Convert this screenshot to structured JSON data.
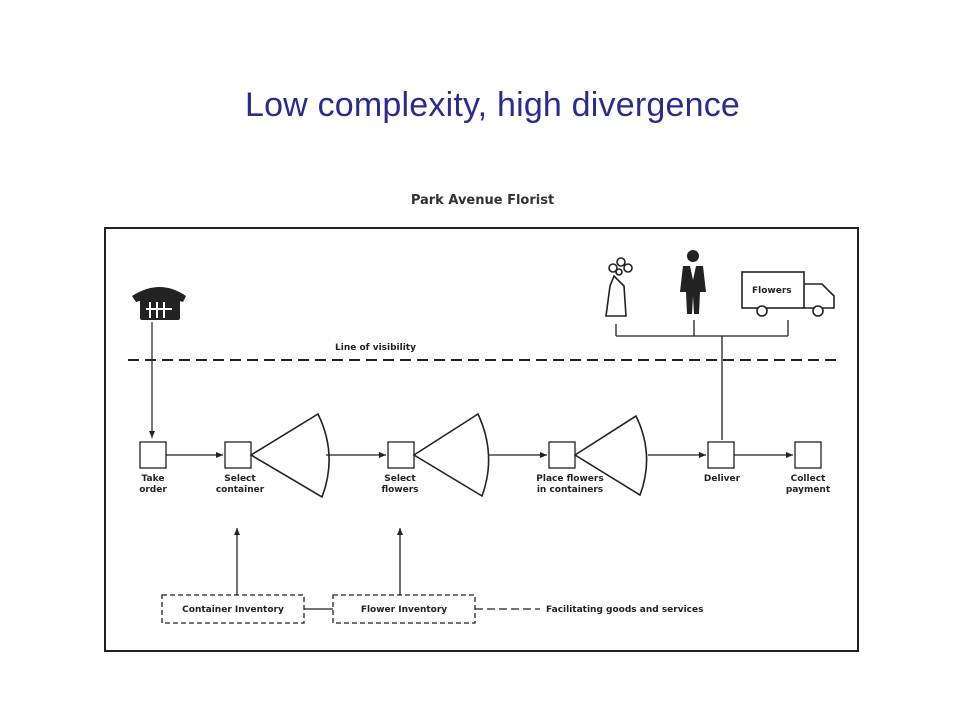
{
  "slide": {
    "title": "Low complexity, high divergence"
  },
  "figure": {
    "title": "Park Avenue Florist",
    "line_of_visibility": "Line of visibility",
    "steps": [
      {
        "line1": "Take",
        "line2": "order"
      },
      {
        "line1": "Select",
        "line2": "container"
      },
      {
        "line1": "Select",
        "line2": "flowers"
      },
      {
        "line1": "Place flowers",
        "line2": "in containers"
      },
      {
        "line1": "Deliver",
        "line2": ""
      },
      {
        "line1": "Collect",
        "line2": "payment"
      }
    ],
    "inventories": {
      "container": "Container Inventory",
      "flower": "Flower Inventory"
    },
    "facilitating": "Facilitating goods and services",
    "truck_label": "Flowers",
    "icons": [
      "telephone-icon",
      "bride-icon",
      "groom-icon",
      "delivery-truck-icon",
      "divergence-fan-icon"
    ]
  }
}
